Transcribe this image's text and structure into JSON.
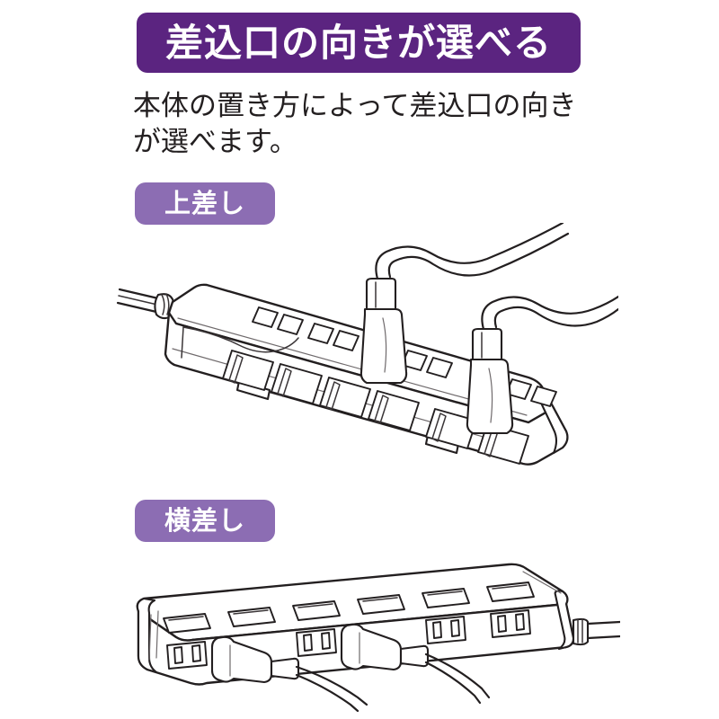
{
  "page": {
    "background_color": "#ffffff",
    "language": "ja"
  },
  "header": {
    "title": "差込口の向きが選べる",
    "banner_color": "#5b2480",
    "title_color": "#ffffff"
  },
  "description": {
    "lines": [
      "本体の置き方によって差込口の向き",
      "が選べます。"
    ],
    "text_color": "#231f20"
  },
  "sections": [
    {
      "id": "top-insert",
      "label": "上差し",
      "pill_color": "#8c6db3",
      "label_color": "#ffffff",
      "illustration": {
        "name": "power-strip-outlets-facing-up",
        "description": "電源タップを立てた状態、差込口が上向き",
        "outlet_count": 6,
        "switch_count": 6,
        "plugs_inserted": 2,
        "cord_position": "left-end"
      }
    },
    {
      "id": "side-insert",
      "label": "横差し",
      "pill_color": "#8c6db3",
      "label_color": "#ffffff",
      "illustration": {
        "name": "power-strip-outlets-facing-side",
        "description": "電源タップを寝かせた状態、差込口が横向き",
        "outlet_count": 6,
        "switch_count": 6,
        "plugs_inserted": 2,
        "cord_position": "right-end"
      }
    }
  ]
}
